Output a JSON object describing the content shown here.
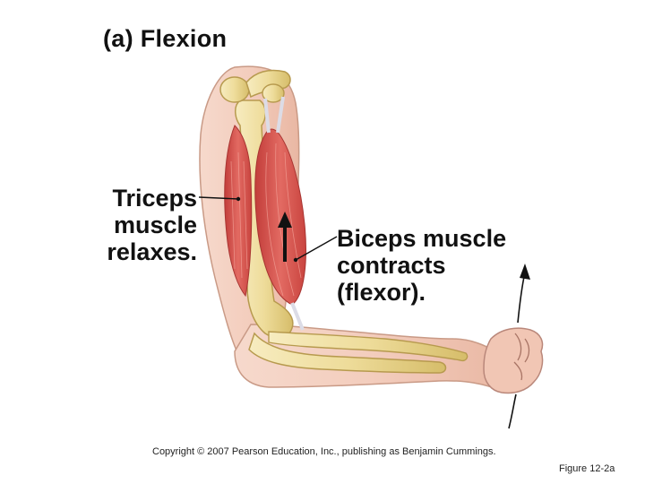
{
  "title": "(a) Flexion",
  "triceps_label": [
    "Triceps",
    "muscle",
    "relaxes."
  ],
  "biceps_label": [
    "Biceps muscle",
    "contracts",
    "(flexor)."
  ],
  "copyright": "Copyright © 2007 Pearson Education, Inc., publishing as Benjamin Cummings.",
  "figure_label": "Figure 12-2a",
  "colors": {
    "skin": "#f3cdbd",
    "skin_outline": "#c99a86",
    "bone": "#eedc9a",
    "bone_outline": "#b79a4e",
    "muscle": "#d9524d",
    "muscle_light": "#ef8f84",
    "tendon": "#e6e6ee",
    "text": "#111111"
  }
}
